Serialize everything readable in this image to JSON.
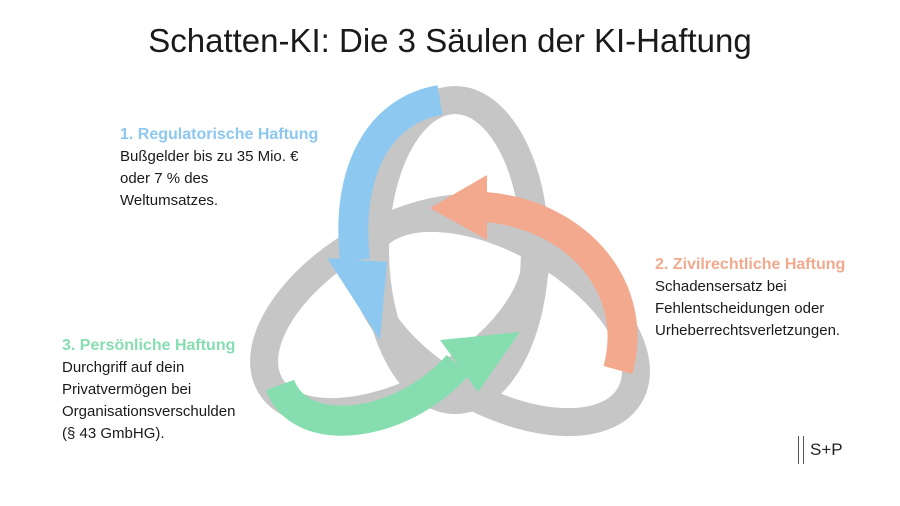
{
  "title": "Schatten-KI: Die 3 Säulen der KI-Haftung",
  "pillars": [
    {
      "heading": "1. Regulatorische Haftung",
      "lines": [
        "Bußgelder bis zu 35 Mio. €",
        "oder 7 % des",
        "Weltumsatzes."
      ],
      "color": "#8CC8F0"
    },
    {
      "heading": "2. Zivilrechtliche Haftung",
      "lines": [
        "Schadensersatz bei",
        "Fehlentscheidungen oder",
        "Urheberrechtsverletzungen."
      ],
      "color": "#F2A98E"
    },
    {
      "heading": "3. Persönliche Haftung",
      "lines": [
        "Durchgriff auf dein",
        "Privatvermögen bei",
        "Organisationsverschulden",
        "(§ 43 GmbHG)."
      ],
      "color": "#86DDB0"
    }
  ],
  "ring_color": "#C6C6C6",
  "logo": {
    "text": "S+P"
  }
}
